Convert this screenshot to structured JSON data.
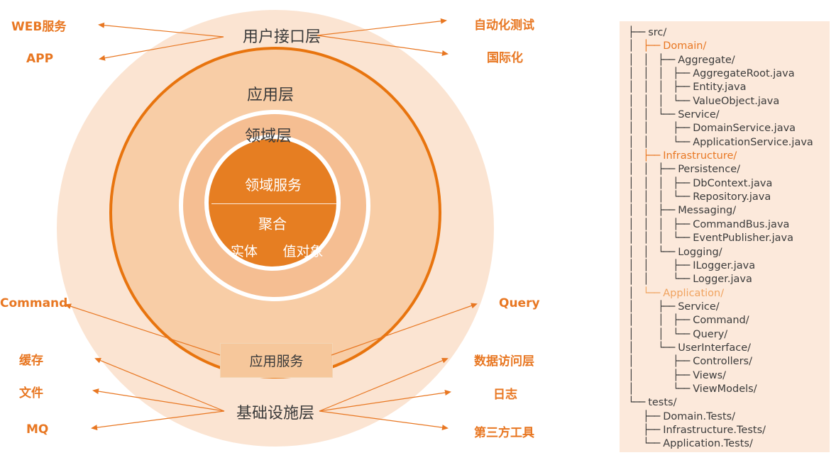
{
  "colors": {
    "accent": "#E87722",
    "accent_soft": "#F0A35F",
    "stroke_ring": "#E8740E",
    "ring_outer_fill": "#FBE4D2",
    "ring_app_fill": "#F8CDA6",
    "ring_domain_fill": "#F5BE92",
    "core_fill": "#E67E22",
    "panel_bg": "#FCE9DB",
    "text_dark": "#3A3A3A"
  },
  "diagram": {
    "layers": {
      "user_interface": "用户接口层",
      "application": "应用层",
      "domain": "领域层",
      "infrastructure": "基础设施层",
      "application_service": "应用服务"
    },
    "core": {
      "domain_service": "领域服务",
      "aggregate": "聚合",
      "entity": "实体",
      "value_object": "值对象"
    },
    "external_labels": {
      "web": "WEB服务",
      "app": "APP",
      "auto_test": "自动化测试",
      "i18n": "国际化",
      "command": "Command",
      "query": "Query",
      "cache": "缓存",
      "file": "文件",
      "mq": "MQ",
      "data_access": "数据访问层",
      "log": "日志",
      "third_party": "第三方工具"
    }
  },
  "tree": {
    "glyphs": {
      "mid": "├──",
      "last": "└──",
      "pipe": "│"
    },
    "lines": [
      {
        "p": [],
        "c": "mid",
        "t": "src/",
        "h": "none"
      },
      {
        "p": [
          1
        ],
        "c": "mid",
        "t": "Domain/",
        "h": "strong"
      },
      {
        "p": [
          1,
          1
        ],
        "c": "mid",
        "t": "Aggregate/",
        "h": "none"
      },
      {
        "p": [
          1,
          1,
          1
        ],
        "c": "mid",
        "t": "AggregateRoot.java",
        "h": "none"
      },
      {
        "p": [
          1,
          1,
          1
        ],
        "c": "mid",
        "t": "Entity.java",
        "h": "none"
      },
      {
        "p": [
          1,
          1,
          1
        ],
        "c": "last",
        "t": "ValueObject.java",
        "h": "none"
      },
      {
        "p": [
          1,
          1
        ],
        "c": "last",
        "t": "Service/",
        "h": "none"
      },
      {
        "p": [
          1,
          1,
          0
        ],
        "c": "mid",
        "t": "DomainService.java",
        "h": "none"
      },
      {
        "p": [
          1,
          1,
          0
        ],
        "c": "last",
        "t": "ApplicationService.java",
        "h": "none"
      },
      {
        "p": [
          1
        ],
        "c": "mid",
        "t": "Infrastructure/",
        "h": "strong"
      },
      {
        "p": [
          1,
          1
        ],
        "c": "mid",
        "t": "Persistence/",
        "h": "none"
      },
      {
        "p": [
          1,
          1,
          1
        ],
        "c": "mid",
        "t": "DbContext.java",
        "h": "none"
      },
      {
        "p": [
          1,
          1,
          1
        ],
        "c": "last",
        "t": "Repository.java",
        "h": "none"
      },
      {
        "p": [
          1,
          1
        ],
        "c": "mid",
        "t": "Messaging/",
        "h": "none"
      },
      {
        "p": [
          1,
          1,
          1
        ],
        "c": "mid",
        "t": "CommandBus.java",
        "h": "none"
      },
      {
        "p": [
          1,
          1,
          1
        ],
        "c": "last",
        "t": "EventPublisher.java",
        "h": "none"
      },
      {
        "p": [
          1,
          1
        ],
        "c": "last",
        "t": "Logging/",
        "h": "none"
      },
      {
        "p": [
          1,
          1,
          0
        ],
        "c": "mid",
        "t": "ILogger.java",
        "h": "none"
      },
      {
        "p": [
          1,
          1,
          0
        ],
        "c": "last",
        "t": "Logger.java",
        "h": "none"
      },
      {
        "p": [
          1
        ],
        "c": "last",
        "t": "Application/",
        "h": "soft"
      },
      {
        "p": [
          1,
          0
        ],
        "c": "mid",
        "t": "Service/",
        "h": "none"
      },
      {
        "p": [
          1,
          0,
          1
        ],
        "c": "mid",
        "t": "Command/",
        "h": "none"
      },
      {
        "p": [
          1,
          0,
          1
        ],
        "c": "last",
        "t": "Query/",
        "h": "none"
      },
      {
        "p": [
          1,
          0
        ],
        "c": "last",
        "t": "UserInterface/",
        "h": "none"
      },
      {
        "p": [
          1,
          0,
          0
        ],
        "c": "mid",
        "t": "Controllers/",
        "h": "none"
      },
      {
        "p": [
          1,
          0,
          0
        ],
        "c": "mid",
        "t": "Views/",
        "h": "none"
      },
      {
        "p": [
          1,
          0,
          0
        ],
        "c": "last",
        "t": "ViewModels/",
        "h": "none"
      },
      {
        "p": [],
        "c": "last",
        "t": "tests/",
        "h": "none"
      },
      {
        "p": [
          0
        ],
        "c": "mid",
        "t": "Domain.Tests/",
        "h": "none"
      },
      {
        "p": [
          0
        ],
        "c": "mid",
        "t": "Infrastructure.Tests/",
        "h": "none"
      },
      {
        "p": [
          0
        ],
        "c": "last",
        "t": "Application.Tests/",
        "h": "none"
      }
    ]
  }
}
